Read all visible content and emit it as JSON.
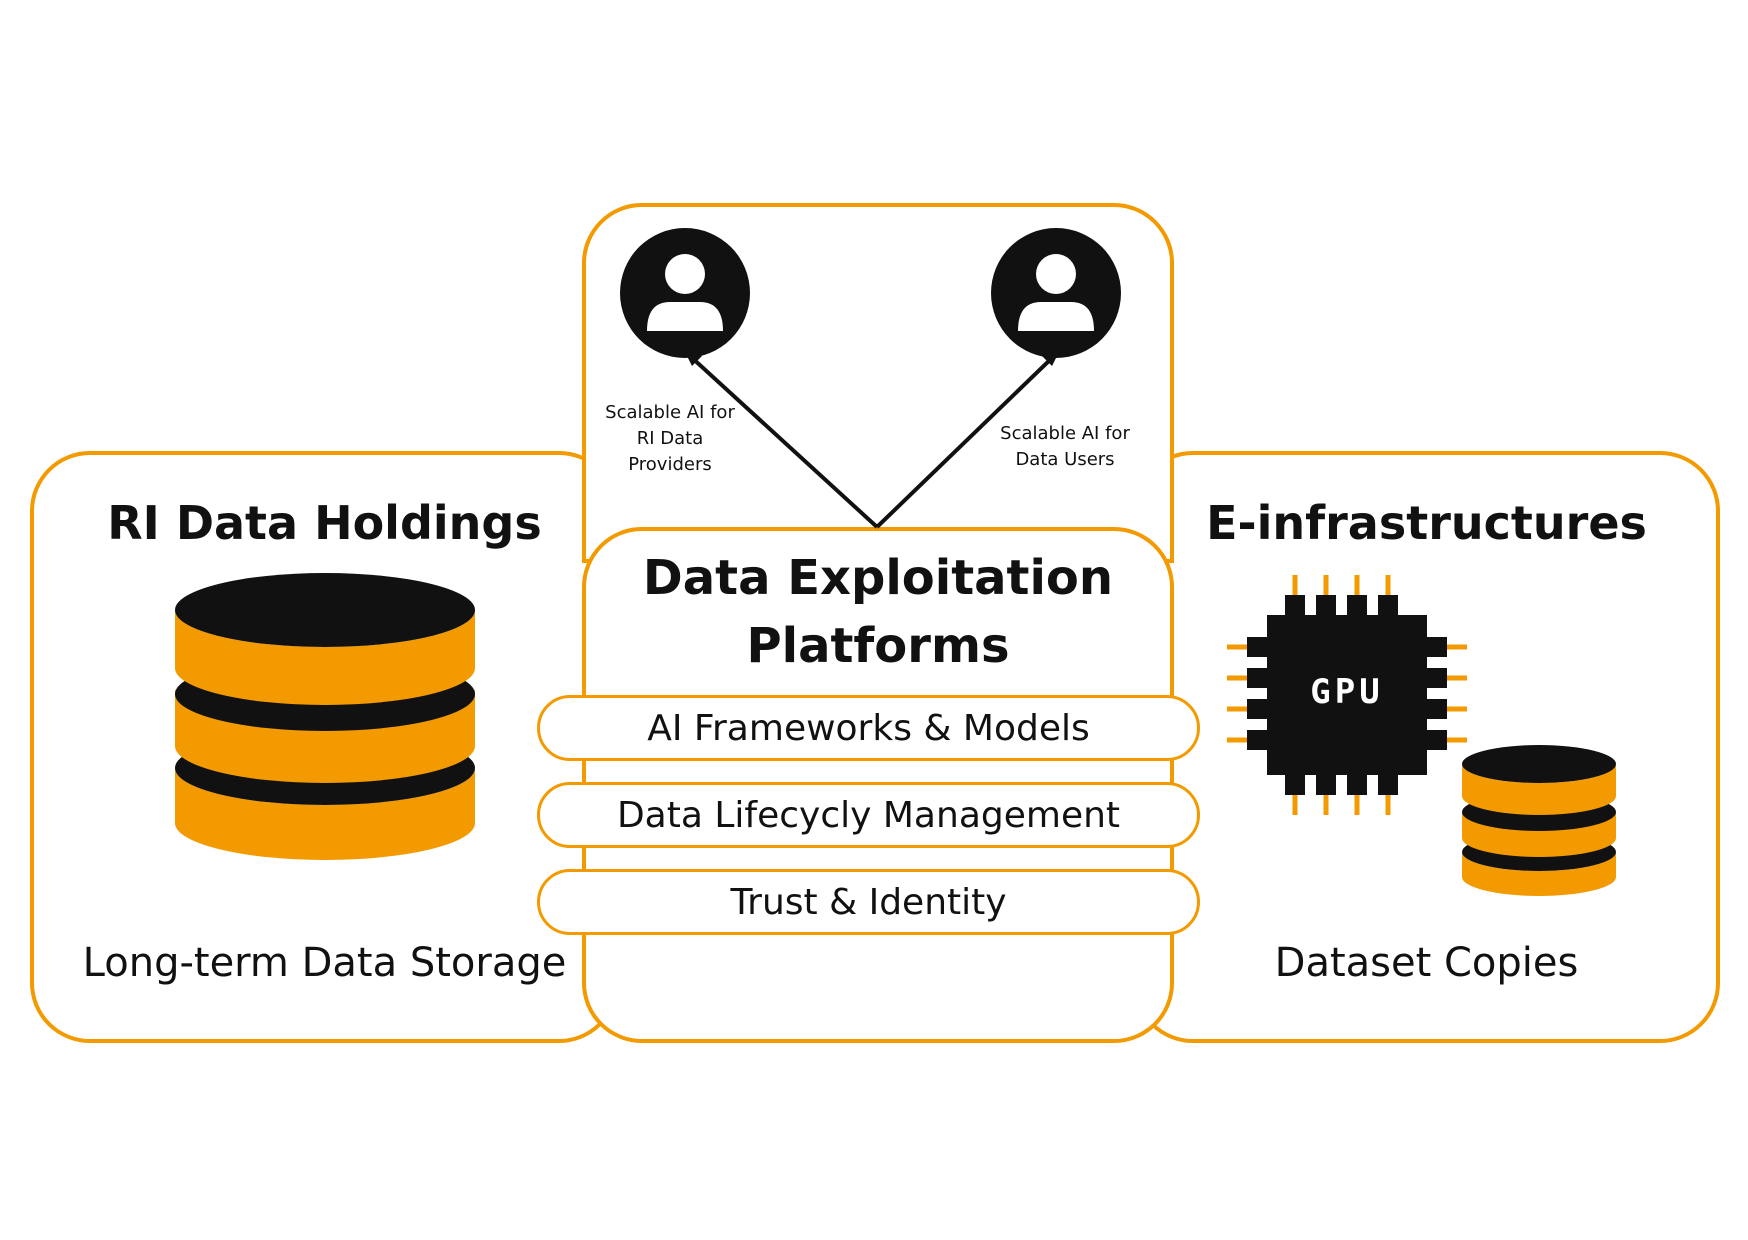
{
  "left": {
    "title": "RI Data Holdings",
    "caption": "Long-term Data Storage"
  },
  "right": {
    "title": "E-infrastructures",
    "caption": "Dataset Copies",
    "chip_label": "GPU"
  },
  "center": {
    "title_line1": "Data Exploitation",
    "title_line2": "Platforms",
    "layers": [
      "AI Frameworks & Models",
      "Data Lifecycly Management",
      "Trust & Identity"
    ]
  },
  "top": {
    "provider_label": "Scalable AI for\nRI Data\nProviders",
    "user_label": "Scalable AI for\nData Users"
  },
  "colors": {
    "accent": "#f29a00",
    "dark": "#111111"
  },
  "icons": [
    "database-icon",
    "user-icon",
    "gpu-chip-icon",
    "arrow-icon"
  ]
}
